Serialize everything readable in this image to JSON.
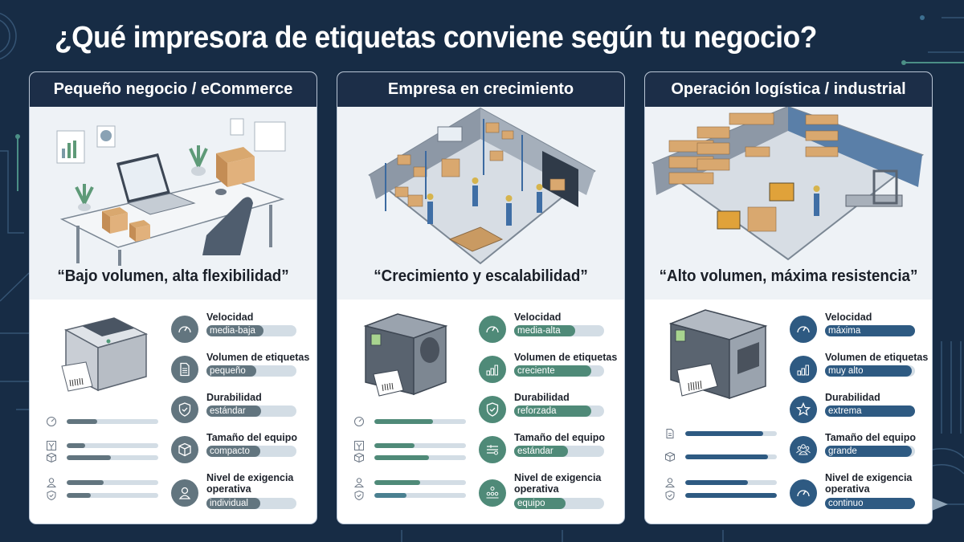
{
  "title": "¿Qué impresora de etiquetas conviene según tu negocio?",
  "colors": {
    "background": "#172c45",
    "card_header": "#1c2e48",
    "small_business_accent": "#62757f",
    "growing_business_accent": "#4f8a78",
    "industrial_accent": "#2e5a82",
    "track": "#d3dde5"
  },
  "cards": [
    {
      "header": "Pequeño negocio / eCommerce",
      "scene": "Home office desk with laptop, plants and cardboard boxes",
      "slogan": "“Bajo volumen, alta flexibilidad”",
      "printer": "Compact desktop label printer",
      "features": [
        {
          "label": "Velocidad",
          "value": "media-baja",
          "icon": "speedometer-icon",
          "fill": 63
        },
        {
          "label": "Volumen de etiquetas",
          "value": "pequeño",
          "icon": "document-icon",
          "fill": 55
        },
        {
          "label": "Durabilidad",
          "value": "estándar",
          "icon": "shield-check-icon",
          "fill": 61
        },
        {
          "label": "Tamaño del equipo",
          "value": "compacto",
          "icon": "box-icon",
          "fill": 60
        },
        {
          "label": "Nivel de exigencia operativa",
          "value": "individual",
          "icon": "user-icon",
          "fill": 60
        }
      ],
      "mini_bars": [
        {
          "icon": "speedometer-icon",
          "fill": 33
        },
        {
          "icon": "label-roll-icon",
          "fill": 20
        },
        {
          "icon": "box-icon",
          "fill": 48
        },
        {
          "icon": "user-icon",
          "fill": 40
        },
        {
          "icon": "shield-icon",
          "fill": 26
        }
      ]
    },
    {
      "header": "Empresa en crecimiento",
      "scene": "Small warehouse with shelving, workers carrying boxes and pallet",
      "slogan": "“Crecimiento y escalabilidad”",
      "printer": "Mid-range industrial label printer",
      "features": [
        {
          "label": "Velocidad",
          "value": "media-alta",
          "icon": "speedometer-icon",
          "fill": 68
        },
        {
          "label": "Volumen de etiquetas",
          "value": "creciente",
          "icon": "bar-growth-icon",
          "fill": 86
        },
        {
          "label": "Durabilidad",
          "value": "reforzada",
          "icon": "shield-check-icon",
          "fill": 86
        },
        {
          "label": "Tamaño del equipo",
          "value": "estándar",
          "icon": "sliders-icon",
          "fill": 60
        },
        {
          "label": "Nivel de exigencia operativa",
          "value": "equipo",
          "icon": "team-icon",
          "fill": 57
        }
      ],
      "mini_bars": [
        {
          "icon": "speedometer-icon",
          "fill": 64
        },
        {
          "icon": "label-roll-icon",
          "fill": 44
        },
        {
          "icon": "box-icon",
          "fill": 60
        },
        {
          "icon": "user-icon",
          "fill": 50
        },
        {
          "icon": "shield-icon",
          "fill": 35
        }
      ]
    },
    {
      "header": "Operación logística / industrial",
      "scene": "Large distribution center with racks, forklifts and conveyor",
      "slogan": "“Alto volumen, máxima resistencia”",
      "printer": "Heavy-duty industrial label printer",
      "features": [
        {
          "label": "Velocidad",
          "value": "máxima",
          "icon": "speedometer-icon",
          "fill": 100
        },
        {
          "label": "Volumen de etiquetas",
          "value": "muy alto",
          "icon": "bar-growth-icon",
          "fill": 96
        },
        {
          "label": "Durabilidad",
          "value": "extrema",
          "icon": "star-icon",
          "fill": 100
        },
        {
          "label": "Tamaño del equipo",
          "value": "grande",
          "icon": "group-icon",
          "fill": 96
        },
        {
          "label": "Nivel de exigencia operativa",
          "value": "continuo",
          "icon": "speedometer-icon",
          "fill": 100
        }
      ],
      "mini_bars": [
        {
          "icon": "document-icon",
          "fill": 85
        },
        {
          "icon": "box-icon",
          "fill": 90
        },
        {
          "icon": "user-icon",
          "fill": 68
        },
        {
          "icon": "shield-icon",
          "fill": 100
        }
      ]
    }
  ]
}
